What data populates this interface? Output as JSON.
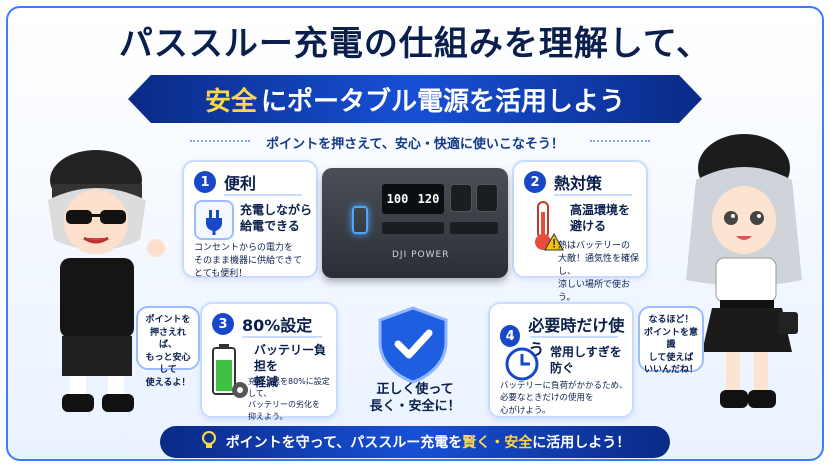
{
  "title": "パススルー充電の仕組みを理解して、",
  "subtitle": {
    "accent": "安全",
    "rest": "にポータブル電源を活用しよう"
  },
  "tagline": "ポイントを押さえて、安心・快適に使いこなそう！",
  "cards": [
    {
      "num": "1",
      "title": "便利",
      "main": [
        "充電しながら",
        "給電できる"
      ],
      "small": [
        "コンセントからの電力を",
        "そのまま機器に供給できて",
        "とても便利！"
      ],
      "icon": "plug-icon"
    },
    {
      "num": "2",
      "title": "熱対策",
      "main": [
        "高温環境を",
        "避ける"
      ],
      "small": [
        "熱はバッテリーの",
        "大敵！通気性を確保し、",
        "涼しい場所で使おう。"
      ],
      "icon": "thermometer-icon"
    },
    {
      "num": "3",
      "title": "80%設定",
      "main": [
        "バッテリー負担を",
        "軽減"
      ],
      "small": [
        "充電上限を80%に設定して、",
        "バッテリーの劣化を",
        "抑えよう。"
      ],
      "icon": "battery-icon"
    },
    {
      "num": "4",
      "title": "必要時だけ使う",
      "main": [
        "常用しすぎを",
        "防ぐ"
      ],
      "small": [
        "バッテリーに負荷がかかるため、",
        "必要なときだけの使用を",
        "心がけよう。"
      ],
      "icon": "clock-icon"
    }
  ],
  "device": {
    "brand": "DJI POWER",
    "screen_left": "100",
    "screen_right": "120"
  },
  "center_caption": [
    "正しく使って",
    "長く・安全に！"
  ],
  "bubble_left": [
    "ポイントを",
    "押さえれば、",
    "もっと安心して",
    "使えるよ！"
  ],
  "bubble_right": [
    "なるほど！",
    "ポイントを意識",
    "して使えば",
    "いいんだね！"
  ],
  "footer": {
    "pre": "ポイントを守って、パススルー充電を",
    "accent": "賢く・安全",
    "post": "に活用しよう！"
  },
  "colors": {
    "navy": "#0b1f4d",
    "blue": "#1848c8",
    "accent_yellow": "#ffd84a",
    "card_border": "#c9dcff"
  }
}
